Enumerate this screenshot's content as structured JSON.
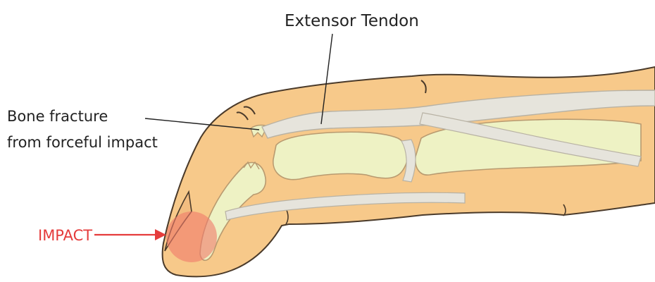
{
  "labels": {
    "tendon": "Extensor Tendon",
    "fracture_line1": "Bone fracture",
    "fracture_line2": "from forceful impact",
    "impact": "IMPACT"
  },
  "colors": {
    "skin": "#f7c98a",
    "skin_outline": "#4a3a2a",
    "bone": "#eef2c4",
    "bone_outline": "#b89a70",
    "tendon": "#e6e4dc",
    "tendon_outline": "#b8b2a4",
    "label_text": "#222222",
    "impact": "#e53c3c",
    "impact_glow": "#f07a6a"
  }
}
